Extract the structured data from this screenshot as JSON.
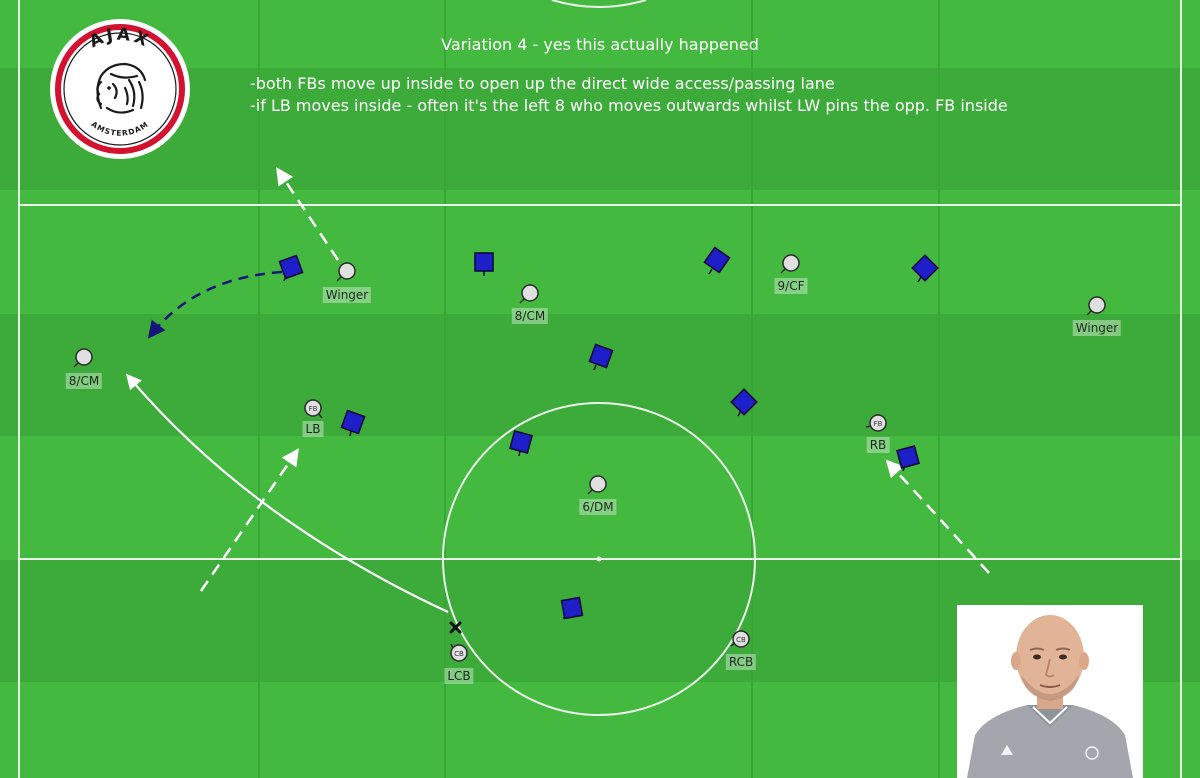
{
  "title": "Variation 4 - yes this actually happened",
  "notes": [
    "-both FBs move up inside to open up the direct wide access/passing lane",
    "-if LB moves inside - often it's the left 8 who moves outwards whilst LW pins the opp. FB inside"
  ],
  "colors": {
    "pitch_light": "#44b940",
    "pitch_dark": "#3cab3a",
    "lines": "#e9f6e9",
    "opponent": "#1f1fc9",
    "player": "#e0e0e0",
    "pass_arrow": "#ffffff",
    "run_arrow": "#15157a"
  },
  "players": [
    {
      "label": "Winger",
      "badge": ""
    },
    {
      "label": "8/CM",
      "badge": ""
    },
    {
      "label": "9/CF",
      "badge": ""
    },
    {
      "label": "Winger",
      "badge": ""
    },
    {
      "label": "8/CM",
      "badge": ""
    },
    {
      "label": "LB",
      "badge": "FB"
    },
    {
      "label": "RB",
      "badge": "FB"
    },
    {
      "label": "6/DM",
      "badge": ""
    },
    {
      "label": "LCB",
      "badge": "CB"
    },
    {
      "label": "RCB",
      "badge": "CB"
    }
  ],
  "logo": {
    "club": "AJAX",
    "city": "AMSTERDAM",
    "icon": "ajax-crest-icon"
  },
  "coach": {
    "icon": "coach-portrait-icon"
  },
  "ball_marker": {
    "icon": "x-marker-icon"
  }
}
